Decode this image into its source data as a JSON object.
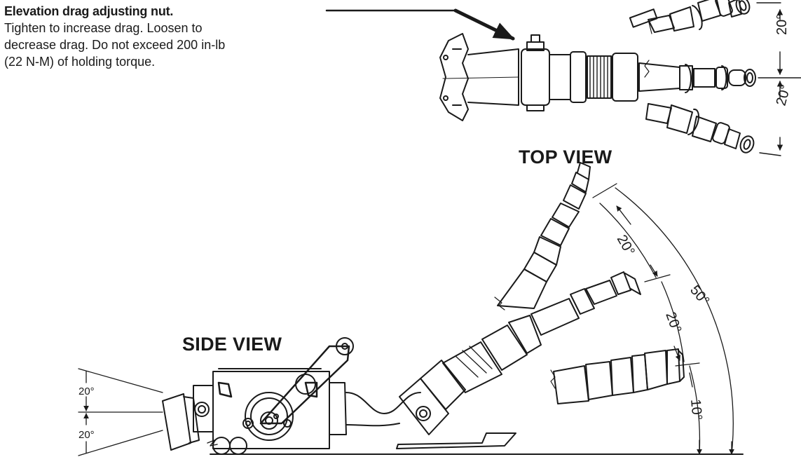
{
  "note": {
    "title": "Elevation drag adjusting nut.",
    "line1": "Tighten to increase drag. Loosen to",
    "line2": "decrease drag. Do not exceed 200 in-lb",
    "line3": "(22 N-M) of holding torque."
  },
  "views": {
    "top": "TOP VIEW",
    "side": "SIDE VIEW"
  },
  "angles": {
    "top_upper": "20°",
    "top_lower": "20°",
    "side_upper_arc": "20°",
    "side_middle_arc": "20°",
    "side_lower_arc": "10°",
    "side_total": "50°",
    "side_left_upper": "20°",
    "side_left_lower": "20°"
  }
}
